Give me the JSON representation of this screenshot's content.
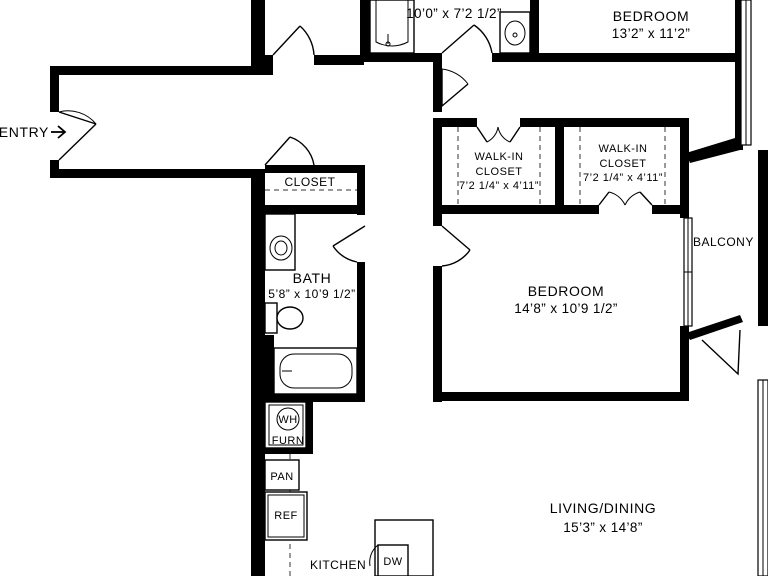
{
  "rooms": {
    "bedroom_top": {
      "label": "BEDROOM",
      "dims": "13’2” x 11’2”"
    },
    "bath_top": {
      "dims": "10’0” x 7’2 1/2”"
    },
    "entry": {
      "label": "ENTRY"
    },
    "closet": {
      "label": "CLOSET"
    },
    "walkin_left": {
      "label_line1": "WALK-IN",
      "label_line2": "CLOSET",
      "dims": "7’2 1/4” x 4’11”"
    },
    "walkin_right": {
      "label_line1": "WALK-IN",
      "label_line2": "CLOSET",
      "dims": "7’2 1/4” x 4’11”"
    },
    "bath": {
      "label": "BATH",
      "dims": "5’8” x 10’9 1/2”"
    },
    "bedroom_main": {
      "label": "BEDROOM",
      "dims": "14’8” x 10’9 1/2”"
    },
    "balcony": {
      "label": "BALCONY"
    },
    "living": {
      "label": "LIVING/DINING",
      "dims": "15’3” x 14’8”"
    },
    "kitchen": {
      "label": "KITCHEN"
    }
  },
  "fixtures": {
    "water_heater": "WH",
    "furnace": "FURN",
    "pantry": "PAN",
    "refrigerator": "REF",
    "dishwasher": "DW"
  },
  "icons": {
    "entry_arrow": "arrow-right-icon"
  }
}
